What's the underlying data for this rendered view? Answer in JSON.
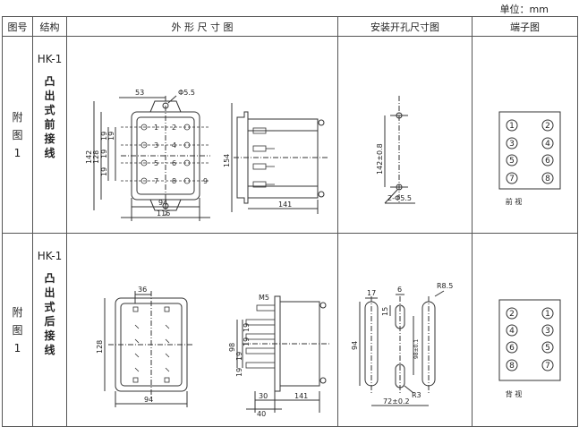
{
  "unit_label": "单位：mm",
  "headers": {
    "fig_no": "图号",
    "structure": "结构",
    "dimensions": "外 形 尺 寸 图",
    "mounting": "安装开孔尺寸图",
    "terminal": "端子图"
  },
  "rows": [
    {
      "fig": [
        "附",
        "图",
        "1"
      ],
      "model": "HK-1",
      "structure": [
        "凸",
        "出",
        "式",
        "前",
        "接",
        "线"
      ],
      "dims": {
        "d53": "53",
        "phi55": "Φ5.5",
        "d142": "142",
        "d128": "128",
        "d19a": "19",
        "d19b": "19",
        "d19c": "19",
        "d19d": "19",
        "d94": "94",
        "d116": "116",
        "d154": "154",
        "d141": "141",
        "t1": "1",
        "t2": "2",
        "t3": "3",
        "t4": "4",
        "t5": "5",
        "t6": "6",
        "t7": "7",
        "t8": "8",
        "t9": "9"
      },
      "mount": {
        "d142": "142±0.8",
        "phi": "2-Φ5.5"
      },
      "terminals": [
        "1",
        "2",
        "3",
        "4",
        "5",
        "6",
        "7",
        "8"
      ],
      "terminal_caption": "前 视"
    },
    {
      "fig": [
        "附",
        "图",
        "1"
      ],
      "model": "HK-1",
      "structure": [
        "凸",
        "出",
        "式",
        "后",
        "接",
        "线"
      ],
      "dims": {
        "d36": "36",
        "d128": "128",
        "d94": "94",
        "m5": "M5",
        "d98": "98",
        "d19a": "19",
        "d19b": "19",
        "d19c": "19",
        "d19d": "19",
        "d30": "30",
        "d40": "40",
        "d141": "141"
      },
      "mount": {
        "d17": "17",
        "d6": "6",
        "r85": "R8.5",
        "d15": "15",
        "d94": "94",
        "d98": "98±0.1",
        "r3": "R3",
        "d72": "72±0.2"
      },
      "terminals": [
        "2",
        "1",
        "4",
        "3",
        "6",
        "5",
        "8",
        "7"
      ],
      "terminal_caption": "背 视"
    }
  ]
}
